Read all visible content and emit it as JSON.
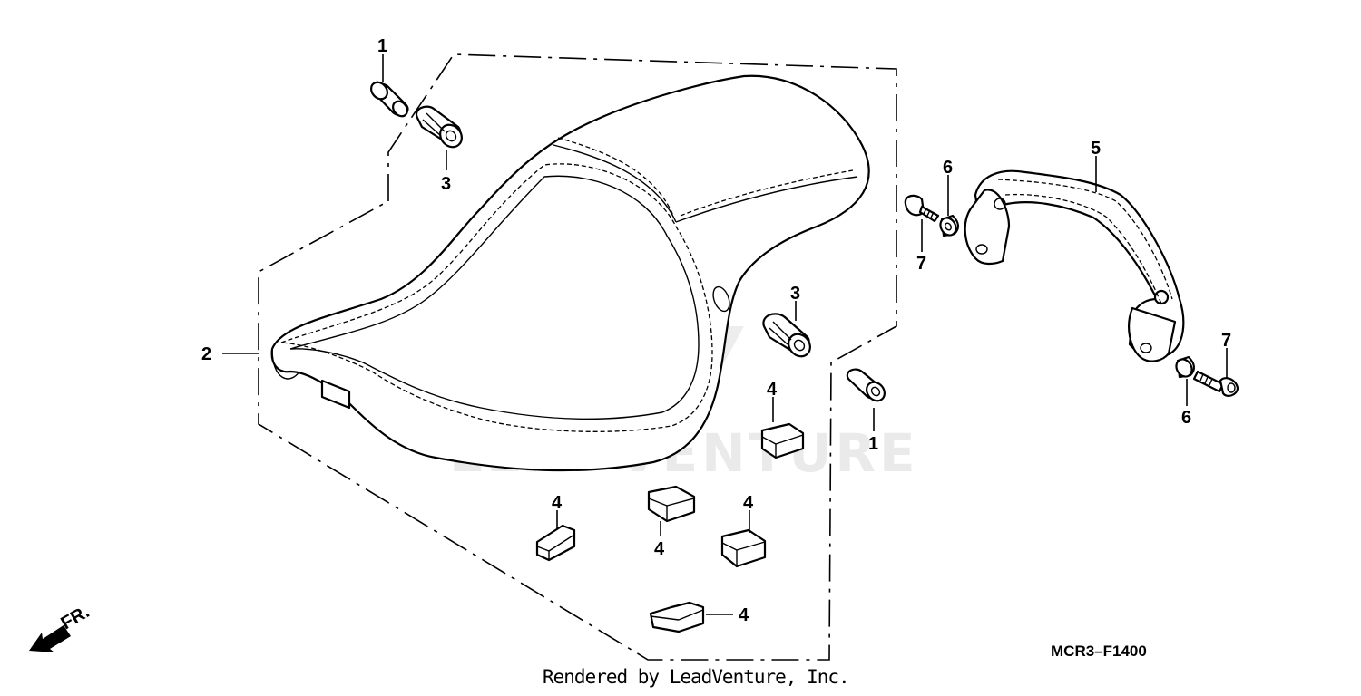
{
  "diagram": {
    "code": "MCR3–F1400",
    "credit": "Rendered by LeadVenture, Inc.",
    "watermark": "LEADVENTURE",
    "front_marker": "FR.",
    "callouts": {
      "c1_top": "1",
      "c1_right": "1",
      "c2": "2",
      "c3_top": "3",
      "c3_right": "3",
      "c4_a": "4",
      "c4_b": "4",
      "c4_c": "4",
      "c4_d": "4",
      "c4_e": "4",
      "c5": "5",
      "c6_top": "6",
      "c6_bottom": "6",
      "c7_left": "7",
      "c7_right": "7"
    }
  }
}
